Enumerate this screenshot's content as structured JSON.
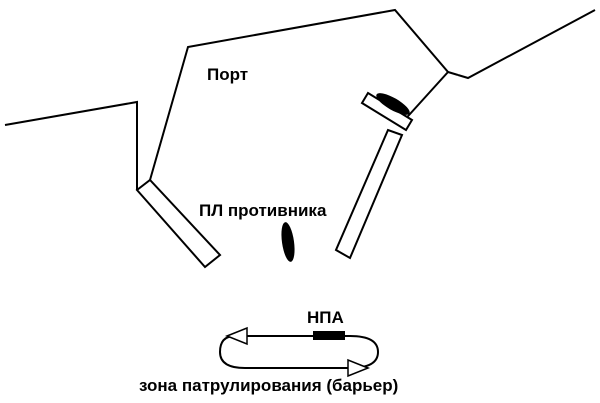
{
  "labels": {
    "port": "Порт",
    "enemy_submarine": "ПЛ противника",
    "uuv": "НПА",
    "patrol_zone": "зона патрулирования (барьер)"
  },
  "colors": {
    "stroke": "#000000",
    "fill": "#ffffff",
    "mark": "#000000"
  }
}
